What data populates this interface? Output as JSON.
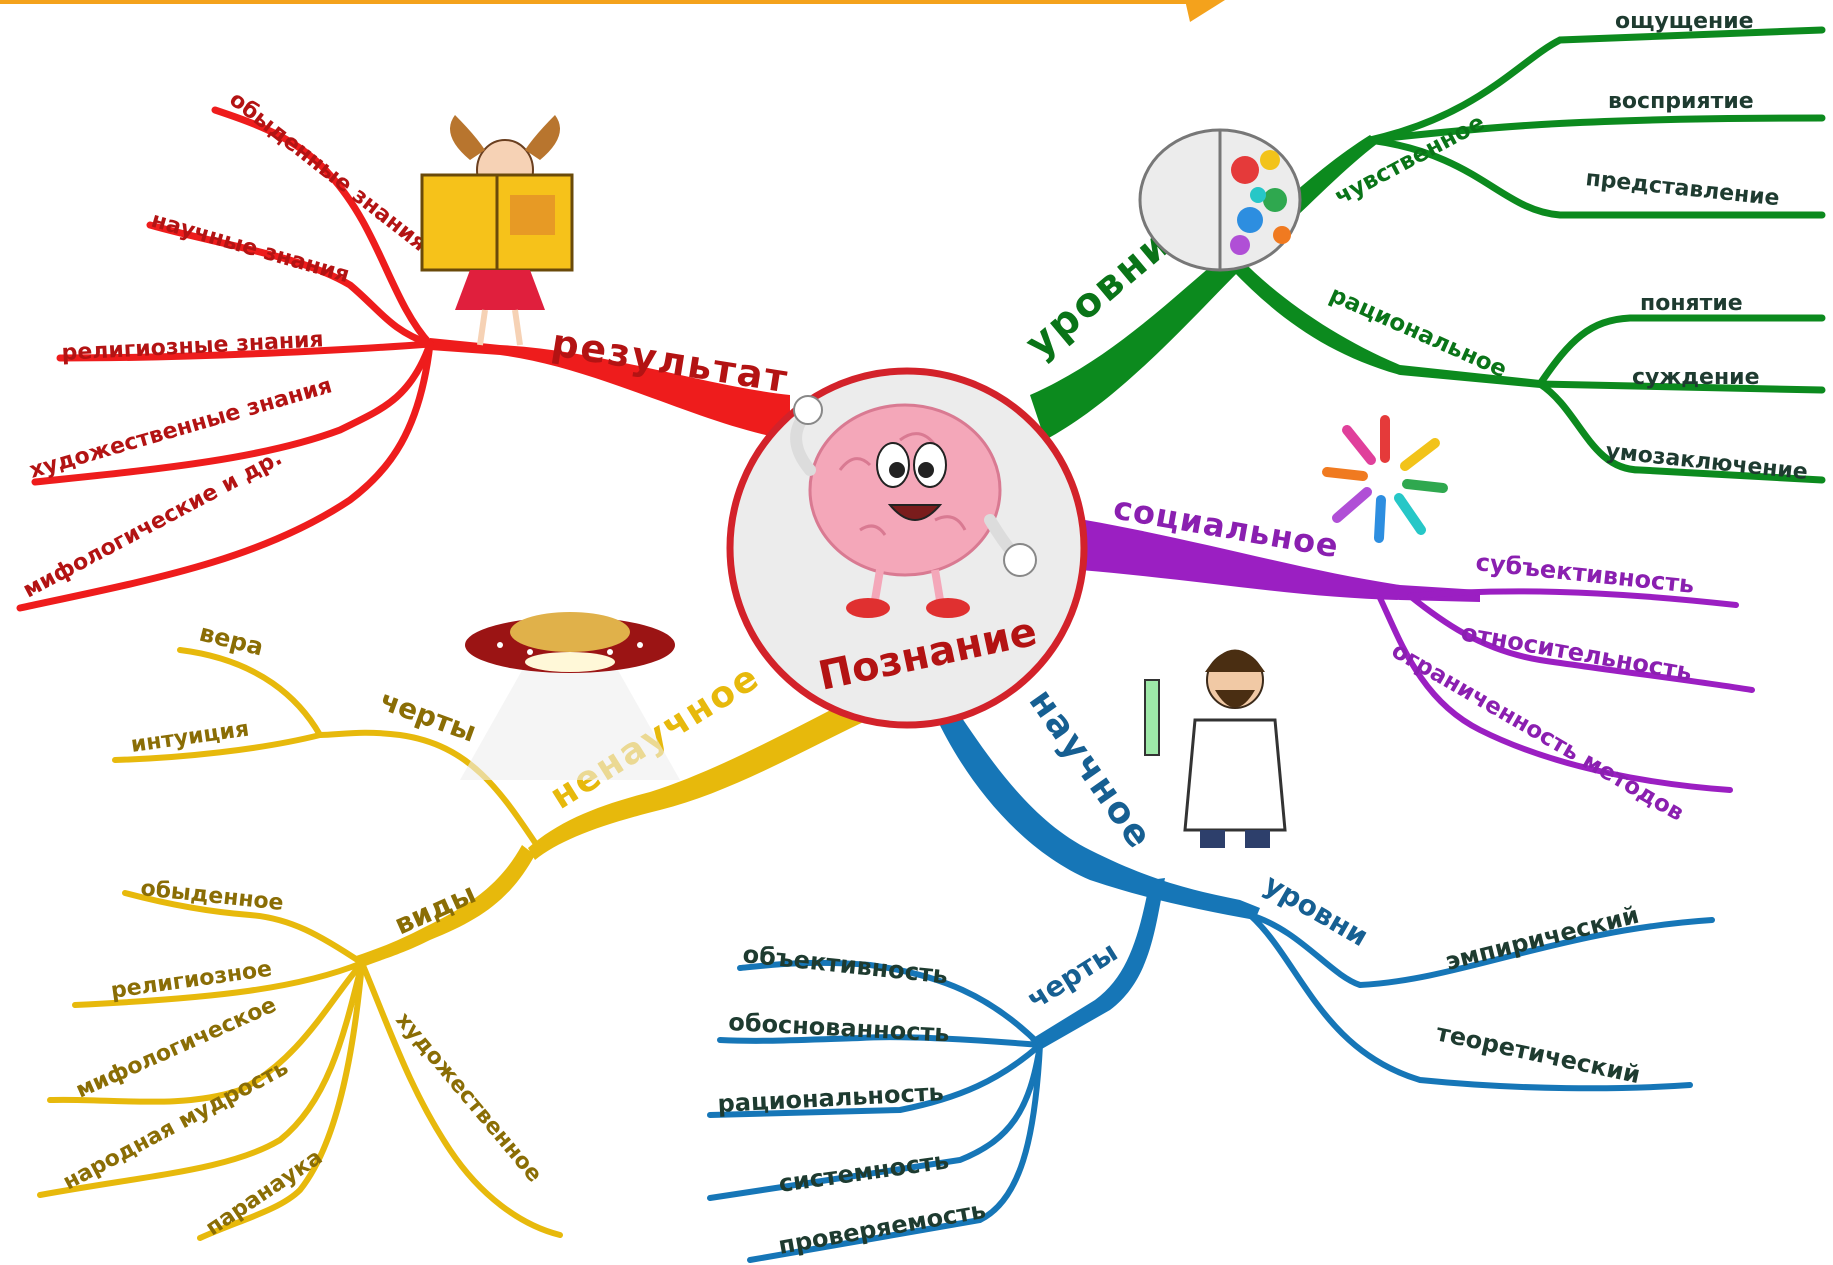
{
  "colors": {
    "red": "#ee1c1c",
    "green": "#0c8a1e",
    "purple": "#9b1fc2",
    "blue": "#1676b7",
    "yellow": "#e7b90c",
    "label_red": "#b31313",
    "label_green": "#0a7418",
    "label_purple": "#8a1fb0",
    "label_blue": "#165f92",
    "label_yellow": "#8a6d05",
    "label_dark": "#1e3b30",
    "center_ring": "#d3222a",
    "center_fill": "#ececec",
    "accent_orange": "#f4a21c"
  },
  "center": {
    "title": "Познание"
  },
  "branches": {
    "result": {
      "label": "результат",
      "leaves": [
        "обыденные знания",
        "научные знания",
        "религиозные знания",
        "художественные знания",
        "мифологические и др."
      ]
    },
    "levels": {
      "label": "уровни",
      "sensory": {
        "label": "чувственное",
        "leaves": [
          "ощущение",
          "восприятие",
          "представление"
        ]
      },
      "rational": {
        "label": "рациональное",
        "leaves": [
          "понятие",
          "суждение",
          "умозаключение"
        ]
      }
    },
    "social": {
      "label": "социальное",
      "leaves": [
        "субъективность",
        "относительность",
        "ограниченность методов"
      ]
    },
    "scientific": {
      "label": "научное",
      "levels": {
        "label": "уровни",
        "leaves": [
          "эмпирический",
          "теоретический"
        ]
      },
      "traits": {
        "label": "черты",
        "leaves": [
          "объективность",
          "обоснованность",
          "рациональность",
          "системность",
          "проверяемость"
        ]
      }
    },
    "nonscientific": {
      "label": "ненаучное",
      "traits": {
        "label": "черты",
        "leaves": [
          "вера",
          "интуиция"
        ]
      },
      "kinds": {
        "label": "виды",
        "leaves": [
          "обыденное",
          "религиозное",
          "мифологическое",
          "народная мудрость",
          "паранаука",
          "художественное"
        ]
      }
    }
  },
  "icons": {
    "mascot": "brain-mascot-icon",
    "reader": "girl-reading-book-icon",
    "brain": "colorful-brain-icon",
    "people": "people-circle-icon",
    "scientist": "scientist-icon",
    "ufo": "ufo-icon"
  }
}
